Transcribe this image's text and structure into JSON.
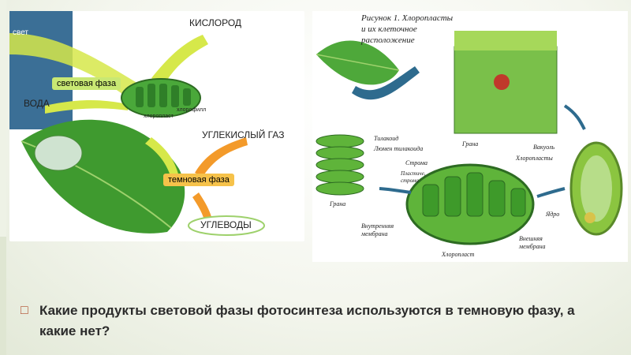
{
  "left_diagram": {
    "light": "свет",
    "oxygen": "КИСЛОРОД",
    "light_phase": "световая фаза",
    "water": "ВОДА",
    "chlorophyll": "хлорофилл",
    "chloroplast": "хлоропласт",
    "co2": "УГЛЕКИСЛЫЙ ГАЗ",
    "dark_phase": "темновая фаза",
    "carbohydrates": "УГЛЕВОДЫ"
  },
  "right_diagram": {
    "caption_line1": "Рисунок 1. Хлоропласты",
    "caption_line2": "и их клеточное",
    "caption_line3": "расположение",
    "thylakoid": "Тилакоид",
    "thylakoid_lumen": "Люмен тилакоида",
    "grana_top": "Грана",
    "stroma": "Строма",
    "plastid_stroma_1": "Пластиче,",
    "plastid_stroma_2": "строма",
    "grana_left": "Грана",
    "inner_membrane_1": "Внутренняя",
    "inner_membrane_2": "мембрана",
    "chloroplast": "Хлоропласт",
    "outer_membrane_1": "Внешняя",
    "outer_membrane_2": "мембрана",
    "vacuole": "Вакуоль",
    "chloroplasts": "Хлоропласты",
    "nucleus": "Ядро"
  },
  "question": {
    "icon": "box-bullet-icon",
    "text": "Какие продукты световой фазы фотосинтеза используются в темновую фазу, а какие нет?"
  },
  "colors": {
    "leaf": "#3f9a2f",
    "arrow_light": "#d6e84a",
    "arrow_orange": "#f39a2a",
    "light_phase_bg": "#c9e873",
    "dark_phase_bg": "#f6c24a"
  }
}
